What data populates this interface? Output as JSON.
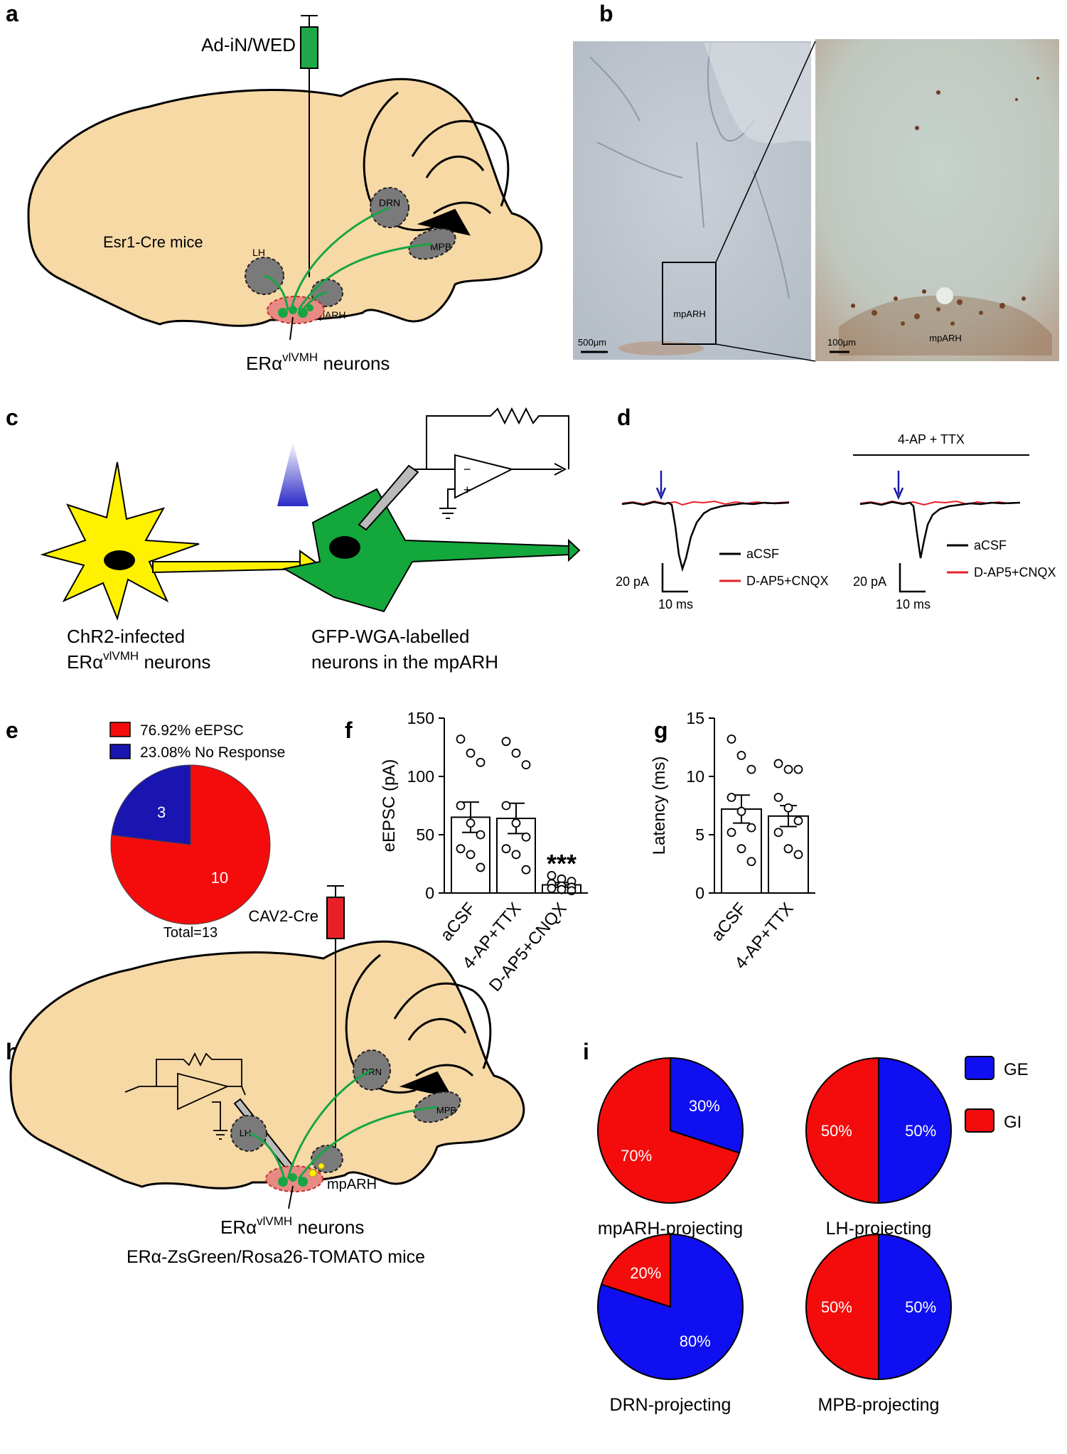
{
  "panels": {
    "a": "a",
    "b": "b",
    "c": "c",
    "d": "d",
    "e": "e",
    "f": "f",
    "g": "g",
    "h": "h",
    "i": "i"
  },
  "a": {
    "injection_label": "Ad-iN/WED",
    "mouse_label": "Esr1-Cre mice",
    "regions": {
      "lh": "LH",
      "drn": "DRN",
      "mpb": "MPB",
      "mparh": "mpARH"
    },
    "neuron_label_main": "ERα",
    "neuron_label_sup": "vlVMH",
    "neuron_label_tail": " neurons"
  },
  "b": {
    "scale_left": "500μm",
    "scale_right": "100μm",
    "region_left": "mpARH",
    "region_right": "mpARH"
  },
  "c": {
    "left_line1": "ChR2-infected",
    "left_line2_main": "ERα",
    "left_line2_sup": "vlVMH",
    "left_line2_tail": " neurons",
    "right_line1": "GFP-WGA-labelled",
    "right_line2": "neurons in the mpARH"
  },
  "d": {
    "condition_label": "4-AP + TTX",
    "legend": [
      "aCSF",
      "D-AP5+CNQX"
    ],
    "scale_y": "20 pA",
    "scale_x": "10 ms",
    "colors": {
      "acsf": "#000000",
      "dap5": "#e8202a",
      "arrow": "#1a1aa8"
    }
  },
  "chart_data": [
    {
      "panel": "e",
      "type": "pie",
      "slices": [
        {
          "label": "76.92% eEPSC",
          "value": 10,
          "display": "10",
          "color": "#f40c0c"
        },
        {
          "label": "23.08% No Response",
          "value": 3,
          "display": "3",
          "color": "#1a14b0"
        }
      ],
      "footer": "Total=13",
      "legend_position": "top"
    },
    {
      "panel": "f",
      "type": "bar",
      "ylabel": "eEPSC (pA)",
      "categories": [
        "aCSF",
        "4-AP+TTX",
        "D-AP5+CNQX"
      ],
      "values": [
        65,
        64,
        7
      ],
      "sem": [
        13,
        13,
        2
      ],
      "points": [
        [
          132,
          120,
          112,
          75,
          60,
          50,
          38,
          33,
          22
        ],
        [
          130,
          120,
          110,
          75,
          60,
          48,
          38,
          33,
          20
        ],
        [
          15,
          12,
          10,
          8,
          6,
          5,
          4,
          3,
          2
        ]
      ],
      "ylim": [
        0,
        150
      ],
      "yticks": [
        0,
        50,
        100,
        150
      ],
      "significance": "***",
      "grid": false
    },
    {
      "panel": "g",
      "type": "bar",
      "ylabel": "Latency (ms)",
      "categories": [
        "aCSF",
        "4-AP+TTX"
      ],
      "values": [
        7.2,
        6.6
      ],
      "sem": [
        1.2,
        0.9
      ],
      "points": [
        [
          13.2,
          11.8,
          10.6,
          8.2,
          7.0,
          5.6,
          5.2,
          3.8,
          2.7
        ],
        [
          11.1,
          10.6,
          10.6,
          8.2,
          7.3,
          6.2,
          5.2,
          3.8,
          3.3
        ]
      ],
      "ylim": [
        0,
        15
      ],
      "yticks": [
        0,
        5,
        10,
        15
      ],
      "grid": false
    },
    {
      "panel": "i",
      "type": "pie",
      "legend": [
        {
          "label": "GE",
          "color": "#0f0ff2"
        },
        {
          "label": "GI",
          "color": "#f40c0c"
        }
      ],
      "legend_position": "right",
      "pies": [
        {
          "title": "mpARH-projecting",
          "ge": 30,
          "gi": 70
        },
        {
          "title": "LH-projecting",
          "ge": 50,
          "gi": 50
        },
        {
          "title": "DRN-projecting",
          "ge": 80,
          "gi": 20
        },
        {
          "title": "MPB-projecting",
          "ge": 50,
          "gi": 50
        }
      ]
    }
  ],
  "h": {
    "injection_label": "CAV2-Cre",
    "regions": {
      "lh": "LH",
      "drn": "DRN",
      "mpb": "MPB",
      "mparh": "mpARH"
    },
    "neuron_label_main": "ERα",
    "neuron_label_sup": "vlVMH",
    "neuron_label_tail": " neurons",
    "mouse_label": "ERα-ZsGreen/Rosa26-TOMATO mice"
  }
}
